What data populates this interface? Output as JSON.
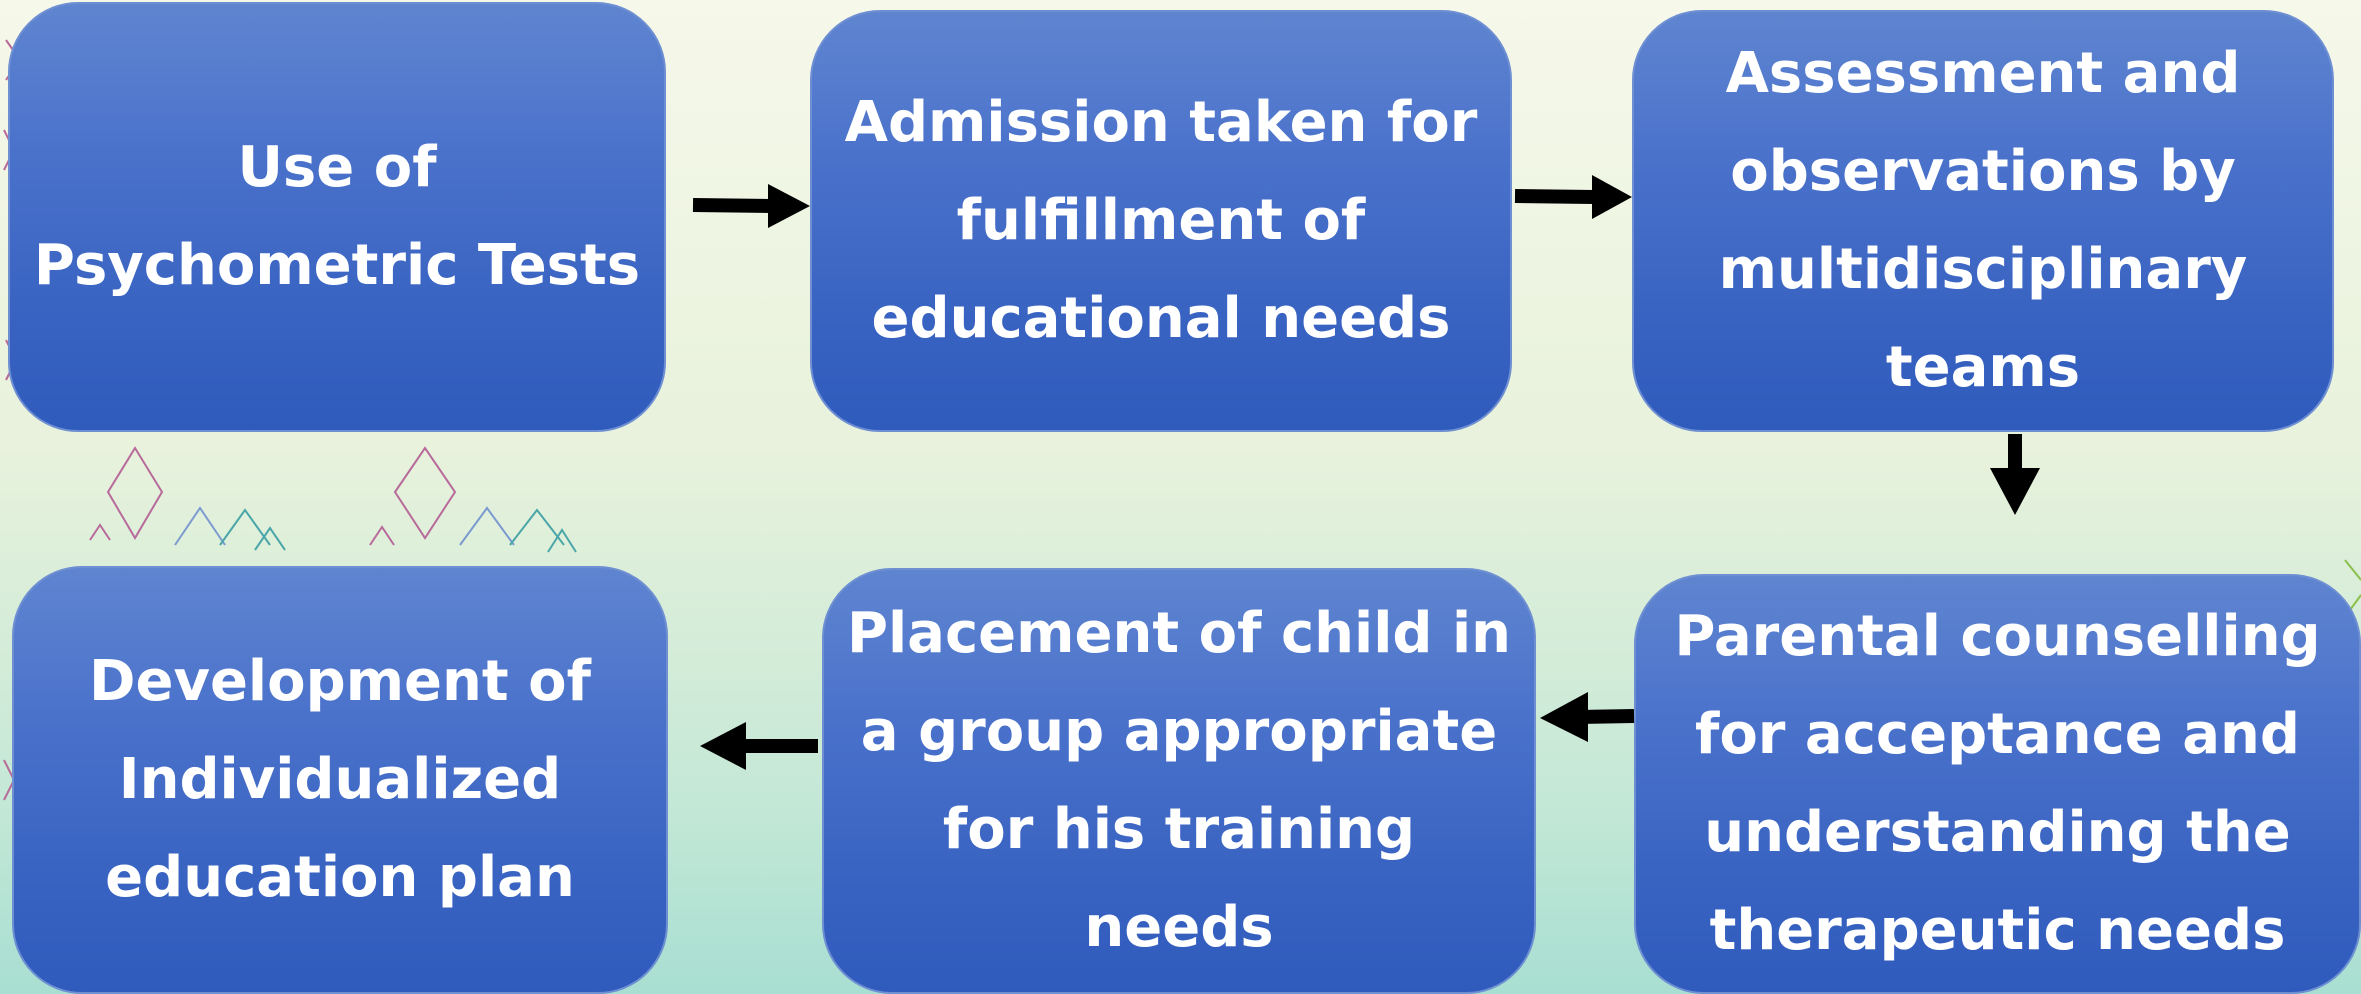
{
  "diagram": {
    "type": "flowchart",
    "steps": [
      {
        "id": "step1",
        "label": "Use of\nPsychometric Tests"
      },
      {
        "id": "step2",
        "label": "Admission taken for\nfulfillment of\neducational needs"
      },
      {
        "id": "step3",
        "label": "Assessment and\nobservations by\nmultidisciplinary\nteams"
      },
      {
        "id": "step4",
        "label": "Parental counselling\nfor acceptance and\nunderstanding the\ntherapeutic needs"
      },
      {
        "id": "step5",
        "label": "Placement of child in\na group appropriate\nfor his training needs"
      },
      {
        "id": "step6",
        "label": "Development of\nIndividualized\neducation plan"
      }
    ],
    "connections": [
      {
        "from": "step1",
        "to": "step2"
      },
      {
        "from": "step2",
        "to": "step3"
      },
      {
        "from": "step3",
        "to": "step4"
      },
      {
        "from": "step4",
        "to": "step5"
      },
      {
        "from": "step5",
        "to": "step6"
      }
    ]
  },
  "colors": {
    "box_fill": "#3f68c4",
    "box_text": "#ffffff",
    "arrow": "#000000"
  }
}
